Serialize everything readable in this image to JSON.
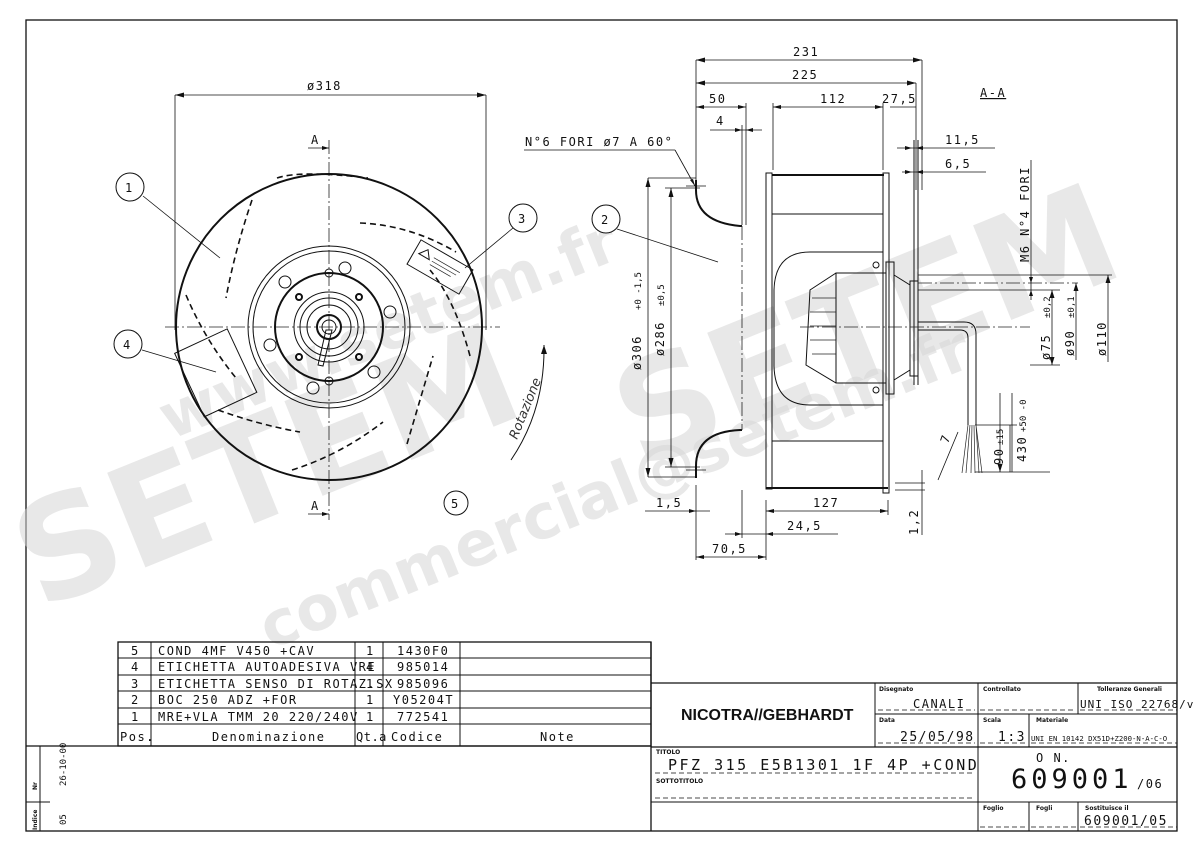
{
  "drawing": {
    "front_view": {
      "diameter_label": "ø318",
      "section_marker_top": "A",
      "section_marker_bottom": "A",
      "rotation_label": "Rotazione",
      "balloons": [
        "1",
        "3",
        "4",
        "5"
      ]
    },
    "section_view": {
      "section_title": "A-A",
      "balloon": "2",
      "holes_note": "N°6 FORI ø7 A 60°",
      "bolt_note": "M6 N°4 FORI",
      "dimensions": {
        "overall_231": "231",
        "overall_225": "225",
        "d50": "50",
        "d4": "4",
        "d112": "112",
        "d27_5": "27,5",
        "d11_5": "11,5",
        "d6_5": "6,5",
        "dia306": "ø306",
        "dia306_tol": "+0 -1,5",
        "dia286": "ø286",
        "dia286_tol": "±0,5",
        "dia75": "ø75",
        "dia75_tol": "±0,2",
        "dia90": "ø90",
        "dia90_tol": "±0,1",
        "dia110": "ø110",
        "cable_430": "430",
        "cable_430_tol": "+50 -0",
        "cable_90": "90",
        "cable_90_tol": "±15",
        "d7": "7",
        "d1_5": "1,5",
        "d127": "127",
        "d24_5": "24,5",
        "d70_5": "70,5",
        "d1_2": "1,2"
      }
    }
  },
  "watermark": {
    "lines": [
      "www.setem.fr",
      "SETEM",
      "SETEM",
      "commercial@setem.fr"
    ]
  },
  "parts_list": {
    "headers": [
      "Pos.",
      "Denominazione",
      "Qt.a",
      "Codice",
      "Note"
    ],
    "rows": [
      {
        "pos": "5",
        "name": "COND 4MF V450 +CAV",
        "qty": "1",
        "code": "1430F0",
        "note": ""
      },
      {
        "pos": "4",
        "name": "ETICHETTA AUTOADESIVA VRE",
        "qty": "4",
        "code": "985014",
        "note": ""
      },
      {
        "pos": "3",
        "name": "ETICHETTA SENSO DI ROTAZ.SX",
        "qty": "1",
        "code": "985096",
        "note": ""
      },
      {
        "pos": "2",
        "name": "BOC 250 ADZ +FOR",
        "qty": "1",
        "code": "Y05204T",
        "note": ""
      },
      {
        "pos": "1",
        "name": "MRE+VLA TMM 20 220/240V",
        "qty": "1",
        "code": "772541",
        "note": ""
      }
    ]
  },
  "revision": {
    "nr_label": "Nr",
    "indice_label": "Indice",
    "date": "26-10-00",
    "index": "05"
  },
  "title_block": {
    "company": "NICOTRA//GEBHARDT",
    "drawn_label": "Disegnato",
    "drawn_by": "CANALI",
    "checked_label": "Controllato",
    "checked_by": "",
    "tolerance_label": "Tolleranze Generali",
    "tolerance_value": "UNI ISO 22768/v",
    "date_label": "Data",
    "date_value": "25/05/98",
    "scale_label": "Scala",
    "scale_value": "1:3",
    "material_label": "Materiale",
    "material_value": "UNI EN 10142 DX51D+Z200-N-A-C-O",
    "title_label": "TITOLO",
    "title_value": "PFZ 315 E5B1301 1F 4P +COND",
    "subtitle_label": "SOTTOTITOLO",
    "subtitle_value": "",
    "on_label": "O N.",
    "drawing_number": "609001",
    "drawing_revision": "/06",
    "sheet_label": "Foglio",
    "sheets_label": "Fogli",
    "replaces_label": "Sostituisce il",
    "replaces_value": "609001/05"
  }
}
